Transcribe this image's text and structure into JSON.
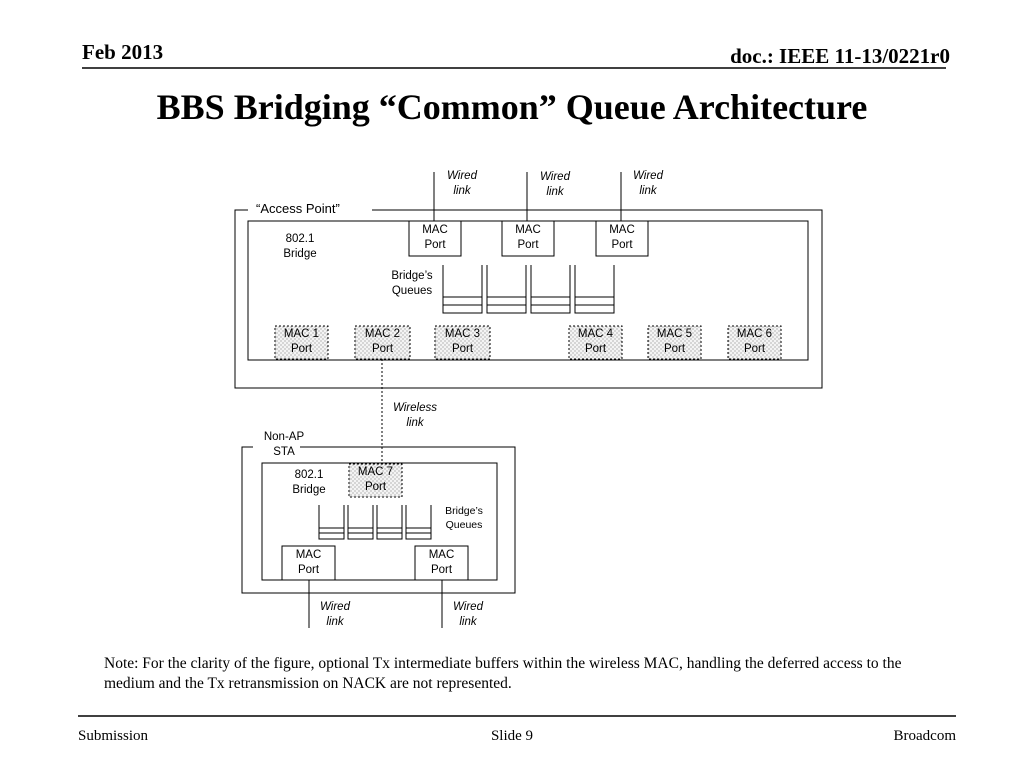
{
  "header": {
    "date": "Feb 2013",
    "doc_id": "doc.: IEEE 11-13/0221r0",
    "title": "BBS Bridging “Common” Queue Architecture"
  },
  "diagram": {
    "wired_link": [
      "Wired",
      "link"
    ],
    "wireless_link": [
      "Wireless",
      "link"
    ],
    "mac_port": [
      "MAC",
      "Port"
    ],
    "access_point": {
      "label": "“Access Point”",
      "bridge": [
        "802.1",
        "Bridge"
      ],
      "queues_label": [
        "Bridge’s",
        "Queues"
      ],
      "wireless_ports": [
        [
          "MAC 1",
          "Port"
        ],
        [
          "MAC 2",
          "Port"
        ],
        [
          "MAC 3",
          "Port"
        ],
        [
          "MAC 4",
          "Port"
        ],
        [
          "MAC 5",
          "Port"
        ],
        [
          "MAC 6",
          "Port"
        ]
      ]
    },
    "sta": {
      "label": [
        "Non-AP",
        "STA"
      ],
      "bridge": [
        "802.1",
        "Bridge"
      ],
      "queues_label": [
        "Bridge’s",
        "Queues"
      ],
      "wireless_port": [
        "MAC 7",
        "Port"
      ]
    }
  },
  "note": "Note: For the clarity of the figure, optional Tx intermediate buffers within the wireless MAC,  handling the deferred access to the medium and the Tx retransmission on NACK are not represented.",
  "footer": {
    "left": "Submission",
    "center": "Slide 9",
    "right": "Broadcom"
  },
  "colors": {
    "line": "#000000",
    "header_rule": "#000000",
    "port_fill": "#e6e6e6"
  }
}
